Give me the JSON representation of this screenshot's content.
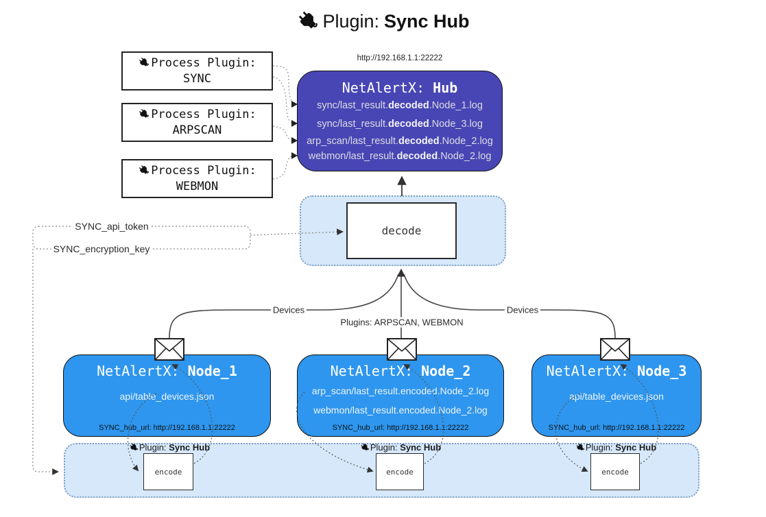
{
  "title": {
    "label": "Plugin:",
    "name": "Sync Hub"
  },
  "hub": {
    "url": "http://192.168.1.1:22222",
    "title_label": "NetAlertX:",
    "title_name": "Hub",
    "logs": [
      {
        "pre": "sync/last_result.",
        "bold": "decoded",
        "post": ".Node_1.log"
      },
      {
        "pre": "sync/last_result.",
        "bold": "decoded",
        "post": ".Node_3.log"
      },
      {
        "pre": "arp_scan/last_result.",
        "bold": "decoded",
        "post": ".Node_2.log"
      },
      {
        "pre": "webmon/last_result.",
        "bold": "decoded",
        "post": ".Node_2.log"
      }
    ]
  },
  "process_plugins": [
    {
      "label": "Process Plugin:",
      "name": "SYNC"
    },
    {
      "label": "Process Plugin:",
      "name": "ARPSCAN"
    },
    {
      "label": "Process Plugin:",
      "name": "WEBMON"
    }
  ],
  "decode": {
    "label": "decode"
  },
  "config": {
    "api_token": "SYNC_api_token",
    "encryption_key": "SYNC_encryption_key"
  },
  "edge_labels": {
    "devices_left": "Devices",
    "devices_right": "Devices",
    "plugins": "Plugins: ARPSCAN, WEBMON"
  },
  "nodes": [
    {
      "title_label": "NetAlertX:",
      "title_name": "Node_1",
      "files": [
        "api/table_devices.json"
      ],
      "hub_url": "SYNC_hub_url: http://192.168.1.1:22222"
    },
    {
      "title_label": "NetAlertX:",
      "title_name": "Node_2",
      "files": [
        "arp_scan/last_result.encoded.Node_2.log",
        "webmon/last_result.encoded.Node_2.log"
      ],
      "hub_url": "SYNC_hub_url: http://192.168.1.1:22222"
    },
    {
      "title_label": "NetAlertX:",
      "title_name": "Node_3",
      "files": [
        "api/table_devices.json"
      ],
      "hub_url": "SYNC_hub_url: http://192.168.1.1:22222"
    }
  ],
  "encoders": [
    {
      "label": "Plugin:",
      "name": "Sync Hub",
      "box": "encode"
    },
    {
      "label": "Plugin:",
      "name": "Sync Hub",
      "box": "encode"
    },
    {
      "label": "Plugin:",
      "name": "Sync Hub",
      "box": "encode"
    }
  ],
  "colors": {
    "hub_bg": "#4846b4",
    "node_bg": "#2e96ee",
    "container_bg": "#d6e8fa",
    "container_border": "#7d9ec4",
    "line_dark": "#333333"
  }
}
